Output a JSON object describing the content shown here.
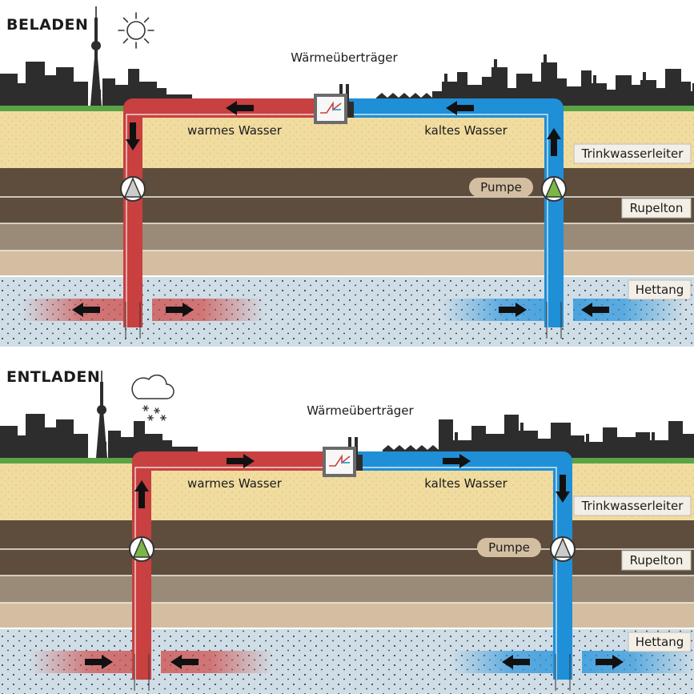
{
  "colors": {
    "warm": "#c8403f",
    "warm_glow": "#cf4a48",
    "cold": "#1f8fd8",
    "cold_glow": "#2a95dc",
    "sand": "#f1dca0",
    "clay_dark": "#5e4d3d",
    "clay_mid": "#9a8a78",
    "clay_light": "#d4bea2",
    "water_layer": "#cfdde6",
    "grass": "#5aa346",
    "skyline": "#2d2d2d",
    "pump_up_green": "#7ab648",
    "pump_grey": "#cccccc"
  },
  "panels": [
    {
      "title": "BELADEN",
      "weather_icon": "sun-icon",
      "heat_exchanger_label": "Wärmeüberträger",
      "warm_label": "warmes Wasser",
      "cold_label": "kaltes Wasser",
      "pump_label": "Pumpe",
      "layer_labels": [
        "Trinkwasserleiter",
        "Rupelton",
        "Hettang"
      ],
      "flow_direction": "warm-down-cold-up",
      "active_pump": "cold-side"
    },
    {
      "title": "ENTLADEN",
      "weather_icon": "snow-cloud-icon",
      "heat_exchanger_label": "Wärmeüberträger",
      "warm_label": "warmes Wasser",
      "cold_label": "kaltes Wasser",
      "pump_label": "Pumpe",
      "layer_labels": [
        "Trinkwasserleiter",
        "Rupelton",
        "Hettang"
      ],
      "flow_direction": "warm-up-cold-down",
      "active_pump": "warm-side"
    }
  ]
}
